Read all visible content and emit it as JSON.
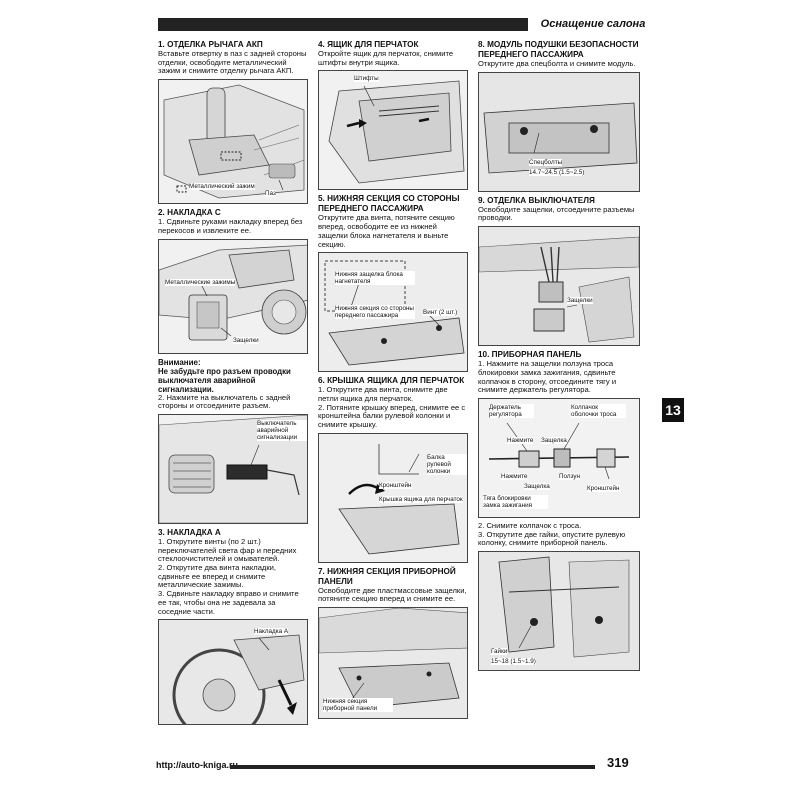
{
  "header": {
    "title": "Оснащение салона"
  },
  "footer": {
    "url": "http://auto-kniga.ru",
    "page_number": "319"
  },
  "chapter_tab": "13",
  "sections": {
    "s1": {
      "title": "1. ОТДЕЛКА РЫЧАГА АКП",
      "text": "Вставьте отвертку в паз с задней стороны отделки, освободите металлический зажим и снимите отделку рычага АКП.",
      "callouts": {
        "clip": "Металлический зажим",
        "slot": "Паз"
      }
    },
    "s2": {
      "title": "2. НАКЛАДКА С",
      "item1": "1. Сдвиньте руками накладку вперед без перекосов и извлеките ее.",
      "callouts": {
        "clips": "Металлические зажимы",
        "latches": "Защелки"
      },
      "warning_label": "Внимание:",
      "warning_text": "Не забудьте про разъем проводки выключателя аварийной сигнализации.",
      "item2": "2. Нажмите на выключатель с задней стороны и отсоедините разъем.",
      "switch_callout": "Выключатель аварийной сигнализации"
    },
    "s3": {
      "title": "3. НАКЛАДКА А",
      "items": [
        "1. Открутите винты (по 2 шт.) переключателей света фар и передних стеклоочистителей и омывателей.",
        "2. Открутите два винта накладки, сдвиньте ее вперед и снимите металлические зажимы.",
        "3. Сдвиньте накладку вправо и снимите ее так, чтобы она не задевала за соседние части."
      ],
      "callout": "Накладка А"
    },
    "s4": {
      "title": "4. ЯЩИК ДЛЯ ПЕРЧАТОК",
      "text": "Откройте ящик для перчаток, снимите штифты внутри ящика.",
      "callout": "Штифты"
    },
    "s5": {
      "title": "5. НИЖНЯЯ СЕКЦИЯ СО СТОРОНЫ ПЕРЕДНЕГО ПАССАЖИРА",
      "text": "Открутите два винта, потяните секцию вперед, освободите ее из нижней защелки блока нагнетателя и выньте секцию.",
      "callouts": {
        "latch": "Нижняя защелка блока нагнетателя",
        "section": "Нижняя секция со стороны переднего пассажира",
        "screw": "Винт (2 шт.)"
      }
    },
    "s6": {
      "title": "6. КРЫШКА ЯЩИКА ДЛЯ ПЕРЧАТОК",
      "items": [
        "1. Открутите два винта, снимите две петли ящика для перчаток.",
        "2. Потяните крышку вперед, снимите ее с кронштейна балки рулевой колонки и снимите крышку."
      ],
      "callouts": {
        "beam": "Балка рулевой колонки",
        "bracket": "Кронштейн",
        "cover": "Крышка ящика для перчаток"
      }
    },
    "s7": {
      "title": "7. НИЖНЯЯ СЕКЦИЯ ПРИБОРНОЙ ПАНЕЛИ",
      "text": "Освободите две пластмассовые защелки, потяните секцию вперед и снимите ее.",
      "callout": "Нижняя секция приборной панели"
    },
    "s8": {
      "title": "8. МОДУЛЬ ПОДУШКИ БЕЗОПАСНОСТИ ПЕРЕДНЕГО ПАССАЖИРА",
      "text": "Открутите два спецболта и снимите модуль.",
      "callouts": {
        "bolts": "Спецболты",
        "torque": "14.7~24.5 (1.5~2.5)"
      }
    },
    "s9": {
      "title": "9. ОТДЕЛКА ВЫКЛЮЧАТЕЛЯ",
      "text": "Освободите защелки, отсоедините разъемы проводки.",
      "callout": "Защелки"
    },
    "s10": {
      "title": "10. ПРИБОРНАЯ ПАНЕЛЬ",
      "item1": "1. Нажмите на защелки ползуна троса блокировки замка зажигания, сдвиньте колпачок в сторону, отсоедините тягу и снимите держатель регулятора.",
      "callouts": {
        "holder": "Держатель регулятора",
        "cap": "Колпачок оболочки троса",
        "press1": "Нажмите",
        "latch1": "Защелка",
        "press2": "Нажмите",
        "latch2": "Защелка",
        "slider": "Ползун",
        "rod": "Тяга блокировки замка зажигания",
        "bracket": "Кронштейн"
      },
      "item2": "2. Снимите колпачок с троса.",
      "item3": "3. Открутите две гайки, опустите рулевую колонку, снимите приборной панель.",
      "nut_callouts": {
        "nuts": "Гайки",
        "torque": "15~18 (1.5~1.9)"
      }
    }
  }
}
